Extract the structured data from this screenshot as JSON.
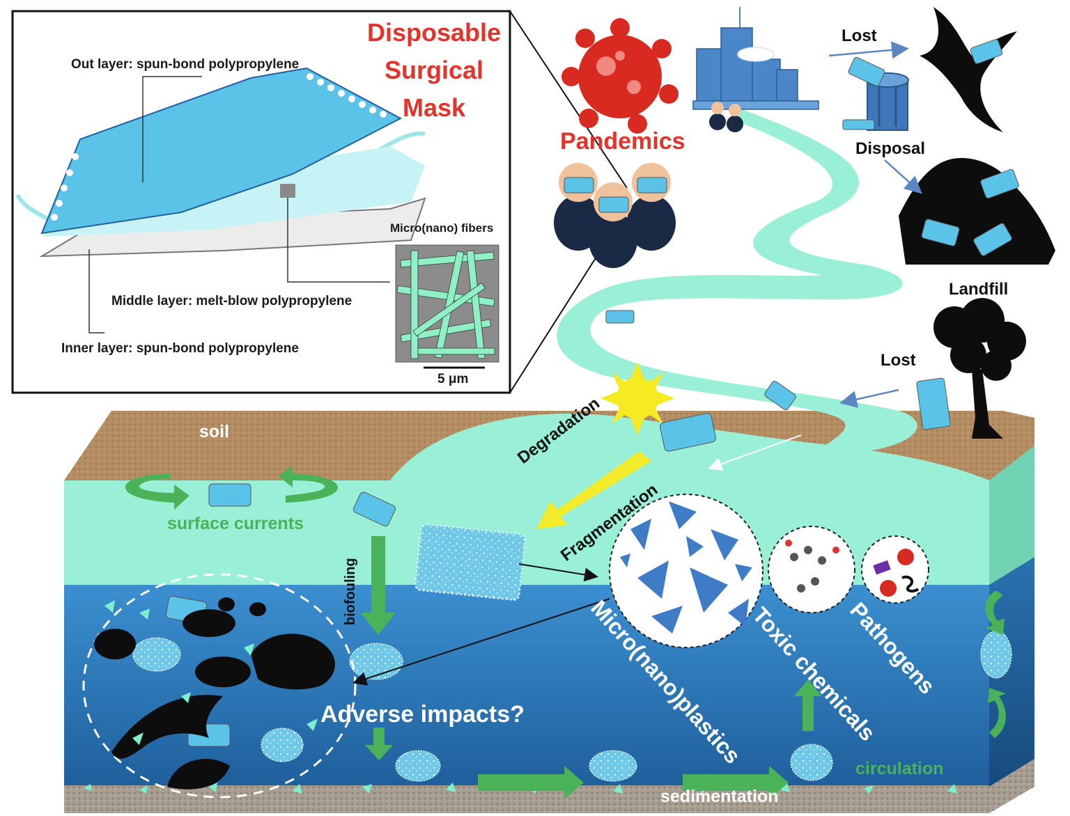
{
  "inset": {
    "title_lines": [
      "Disposable",
      "Surgical",
      "Mask"
    ],
    "out_layer": "Out layer: spun-bond polypropylene",
    "middle_layer": "Middle layer: melt-blow polypropylene",
    "inner_layer": "Inner layer: spun-bond polypropylene",
    "fibers": "Micro(nano) fibers",
    "scale_bar": "5 μm"
  },
  "labels": {
    "pandemics": "Pandemics",
    "lost_top": "Lost",
    "disposal": "Disposal",
    "landfill": "Landfill",
    "lost_tree": "Lost",
    "soil": "soil",
    "degradation": "Degradation",
    "fragmentation": "Fragmentation",
    "surface_currents": "surface currents",
    "biofouling": "biofouling",
    "adverse_impacts": "Adverse impacts?",
    "micro_nano_plastics": "Micro(nano)plastics",
    "toxic_chemicals": "Toxic chemicals",
    "pathogens": "Pathogens",
    "circulation": "circulation",
    "sedimentation": "sedimentation"
  },
  "colors": {
    "title_red": "#e3342b",
    "water_surface": "#9af0d6",
    "deep_water": "#2f7ec2",
    "soil": "#b08a62",
    "arrow_green": "#4ab35a",
    "arrow_yellow": "#f4ec2a",
    "mask_blue": "#5cc3e8"
  }
}
